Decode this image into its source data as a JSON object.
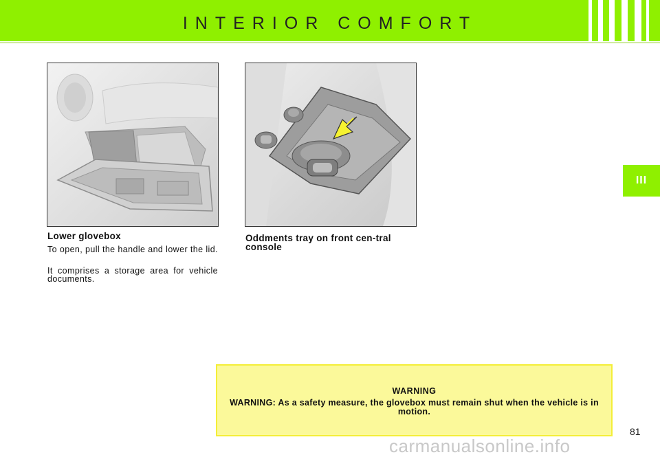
{
  "header": {
    "title": "INTERIOR COMFORT"
  },
  "chapter": {
    "label": "III"
  },
  "sections": [
    {
      "heading": "Lower glovebox",
      "paragraphs": [
        "To open, pull the handle and lower the lid.",
        "It comprises a storage area for vehicle documents."
      ]
    },
    {
      "heading": "Oddments tray on front cen-tral console"
    }
  ],
  "warning": {
    "title": "WARNING",
    "text": "WARNING: As a safety measure, the glovebox must remain shut when the vehicle is in motion."
  },
  "page": {
    "number": "81"
  },
  "watermark": {
    "text": "carmanualsonline.info"
  },
  "colors": {
    "header_green": "#8ff000",
    "warning_fill": "#fbf99a",
    "warning_border": "#f4ee38",
    "arrow_yellow": "#f6f230"
  }
}
